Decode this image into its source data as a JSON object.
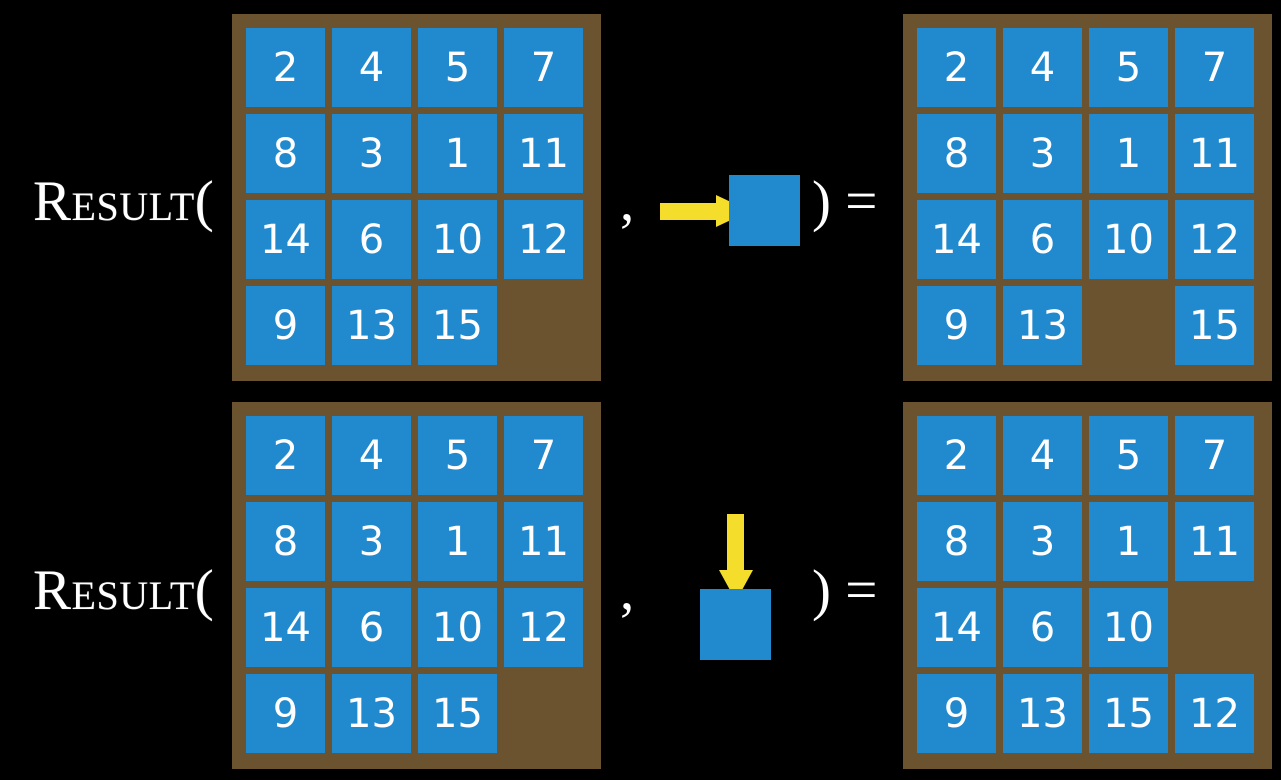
{
  "background_color": "#000000",
  "palette": {
    "tile": "#2189ce",
    "board_frame": "#6b5330",
    "arrow": "#f5dd2c",
    "text": "#ffffff"
  },
  "rows": [
    {
      "id": "row-1",
      "function_label": "Result(",
      "separator": ",",
      "close_equals": ") =",
      "operand": {
        "arrow_direction": "right",
        "arrow_icon": "arrow-right-icon",
        "square_label": ""
      },
      "input_board": {
        "name": "input-board-row-1",
        "grid": [
          [
            "2",
            "4",
            "5",
            "7"
          ],
          [
            "8",
            "3",
            "1",
            "11"
          ],
          [
            "14",
            "6",
            "10",
            "12"
          ],
          [
            "9",
            "13",
            "15",
            ""
          ]
        ]
      },
      "output_board": {
        "name": "output-board-row-1",
        "grid": [
          [
            "2",
            "4",
            "5",
            "7"
          ],
          [
            "8",
            "3",
            "1",
            "11"
          ],
          [
            "14",
            "6",
            "10",
            "12"
          ],
          [
            "9",
            "13",
            "",
            "15"
          ]
        ]
      }
    },
    {
      "id": "row-2",
      "function_label": "Result(",
      "separator": ",",
      "close_equals": ") =",
      "operand": {
        "arrow_direction": "down",
        "arrow_icon": "arrow-down-icon",
        "square_label": ""
      },
      "input_board": {
        "name": "input-board-row-2",
        "grid": [
          [
            "2",
            "4",
            "5",
            "7"
          ],
          [
            "8",
            "3",
            "1",
            "11"
          ],
          [
            "14",
            "6",
            "10",
            "12"
          ],
          [
            "9",
            "13",
            "15",
            ""
          ]
        ]
      },
      "output_board": {
        "name": "output-board-row-2",
        "grid": [
          [
            "2",
            "4",
            "5",
            "7"
          ],
          [
            "8",
            "3",
            "1",
            "11"
          ],
          [
            "14",
            "6",
            "10",
            ""
          ],
          [
            "9",
            "13",
            "15",
            "12"
          ]
        ]
      }
    }
  ]
}
